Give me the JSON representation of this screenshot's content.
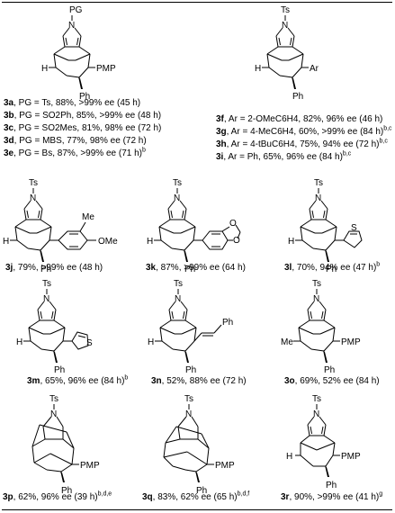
{
  "entries": {
    "e3a": {
      "cmpd": "3a",
      "text": ", PG = Ts, 88%, >99% ee (45 h)",
      "note": ""
    },
    "e3b": {
      "cmpd": "3b",
      "text": ", PG = SO2Ph, 85%, >99% ee (48 h)",
      "note": ""
    },
    "e3c": {
      "cmpd": "3c",
      "text": ", PG = SO2Mes, 81%, 98% ee (72 h)",
      "note": ""
    },
    "e3d": {
      "cmpd": "3d",
      "text": ", PG = MBS, 77%, 98% ee (72 h)",
      "note": ""
    },
    "e3e": {
      "cmpd": "3e",
      "text": ", PG = Bs, 87%, >99% ee (71 h)",
      "note": "b"
    },
    "e3f": {
      "cmpd": "3f",
      "text": ", Ar = 2-OMeC6H4, 82%, 96% ee (46 h)",
      "note": ""
    },
    "e3g": {
      "cmpd": "3g",
      "text": ", Ar = 4-MeC6H4, 60%, >99% ee (84 h)",
      "note": "b,c"
    },
    "e3h": {
      "cmpd": "3h",
      "text": ", Ar = 4-tBuC6H4, 75%, 94% ee (72 h)",
      "note": "b,c"
    },
    "e3i": {
      "cmpd": "3i",
      "text": ", Ar = Ph, 65%, 96% ee (84 h)",
      "note": "b,c"
    },
    "e3j": {
      "cmpd": "3j",
      "text": ", 79%, >99% ee (48 h)",
      "note": ""
    },
    "e3k": {
      "cmpd": "3k",
      "text": ", 87%, >99% ee (64 h)",
      "note": ""
    },
    "e3l": {
      "cmpd": "3l",
      "text": ", 70%, 94% ee (47 h)",
      "note": "b"
    },
    "e3m": {
      "cmpd": "3m",
      "text": ", 65%, 96% ee (84 h)",
      "note": "b"
    },
    "e3n": {
      "cmpd": "3n",
      "text": ", 52%, 88% ee (72 h)",
      "note": ""
    },
    "e3o": {
      "cmpd": "3o",
      "text": ", 69%, 52% ee (84 h)",
      "note": ""
    },
    "e3p": {
      "cmpd": "3p",
      "text": ", 62%, 96% ee (39 h)",
      "note": "b,d,e"
    },
    "e3q": {
      "cmpd": "3q",
      "text": ", 83%, 62% ee (65 h)",
      "note": "b,d,f"
    },
    "e3r": {
      "cmpd": "3r",
      "text": ", 90%, >99% ee (41 h)",
      "note": "g"
    }
  },
  "labels": {
    "pg": "PG",
    "ts": "Ts",
    "n": "N",
    "h": "H",
    "me": "Me",
    "ph": "Ph",
    "pmp": "PMP",
    "ar": "Ar",
    "ome": "OMe",
    "o": "O",
    "s": "S"
  }
}
